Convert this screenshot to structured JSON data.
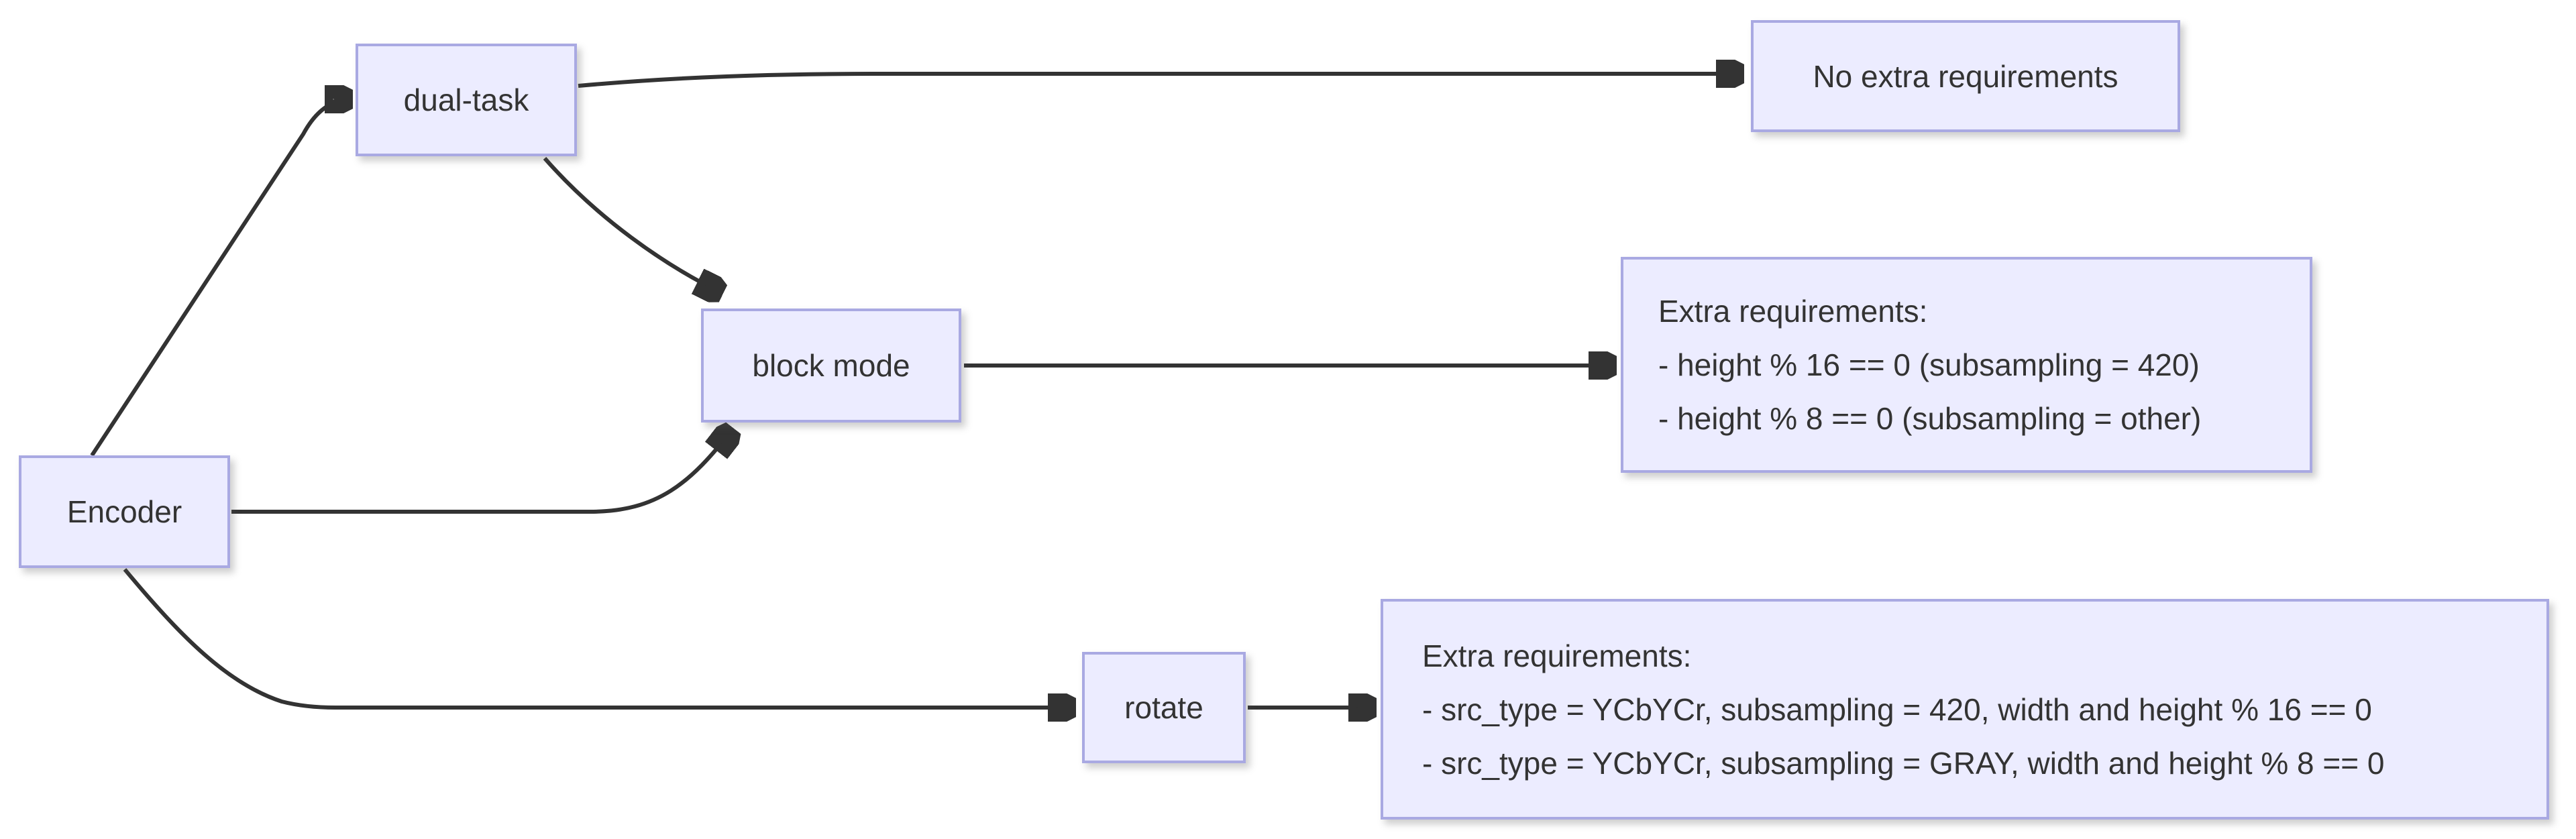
{
  "diagram": {
    "title": "Encoder requirements flowchart",
    "nodes": {
      "encoder": {
        "label": "Encoder"
      },
      "dual_task": {
        "label": "dual-task"
      },
      "block_mode": {
        "label": "block mode"
      },
      "rotate": {
        "label": "rotate"
      },
      "no_extra": {
        "label": "No extra requirements"
      },
      "extra_block": {
        "lines": [
          "Extra requirements:",
          "- height % 16 == 0 (subsampling = 420)",
          "- height % 8 == 0 (subsampling = other)"
        ]
      },
      "extra_rotate": {
        "lines": [
          "Extra requirements:",
          "- src_type = YCbYCr, subsampling = 420, width and height % 16 == 0",
          "- src_type = YCbYCr, subsampling = GRAY, width and height % 8 == 0"
        ]
      }
    },
    "edges": [
      {
        "from": "Encoder",
        "to": "dual-task"
      },
      {
        "from": "Encoder",
        "to": "block mode"
      },
      {
        "from": "Encoder",
        "to": "rotate"
      },
      {
        "from": "dual-task",
        "to": "No extra requirements"
      },
      {
        "from": "dual-task",
        "to": "block mode"
      },
      {
        "from": "block mode",
        "to": "Extra requirements (block mode)"
      },
      {
        "from": "rotate",
        "to": "Extra requirements (rotate)"
      }
    ],
    "colors": {
      "node_fill": "#ECECFF",
      "node_border": "#A9A9E2",
      "edge": "#333333",
      "text": "#333333",
      "background": "#FFFFFF"
    }
  }
}
